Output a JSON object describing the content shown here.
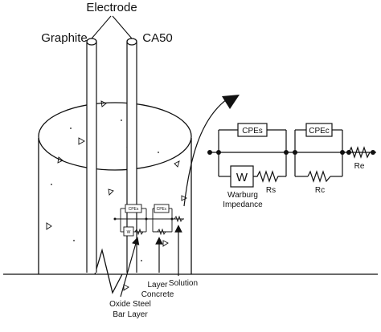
{
  "labels": {
    "electrode": "Electrode",
    "graphite": "Graphite",
    "ca50": "CA50"
  },
  "circuit": {
    "cpe_s": "CPEs",
    "cpe_c": "CPEc",
    "warburg": "W",
    "warburg_caption_line1": "Warburg",
    "warburg_caption_line2": "Impedance",
    "rs": "Rs",
    "rc": "Rc",
    "re": "Re"
  },
  "mini_circuit": {
    "cpe_s": "CPEs",
    "cpe_c": "CPEc",
    "warburg": "W"
  },
  "callouts": {
    "solution": "Solution",
    "layer_concrete_line1": "Layer",
    "layer_concrete_line2": "Concrete",
    "oxide_line1": "Oxide Steel",
    "oxide_line2": "Bar Layer"
  }
}
